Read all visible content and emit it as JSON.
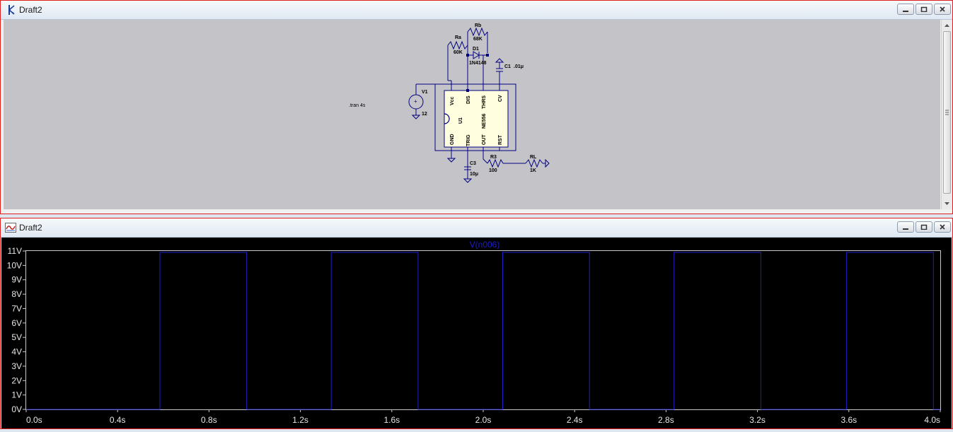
{
  "schematic_window": {
    "title": "Draft2",
    "labels": {
      "rb": "Rb",
      "rb_val": "68K",
      "ra": "Ra",
      "ra_val": "60K",
      "d1": "D1",
      "d1_val": "1N4148",
      "c1": "C1",
      "c1_val": ".01μ",
      "v1": "V1",
      "v1_val": "12",
      "u1": "U1",
      "part": "NE556",
      "pin_vcc": "Vcc",
      "pin_dis": "DIS",
      "pin_thrs": "THRS",
      "pin_cv": "CV",
      "pin_gnd": "GND",
      "pin_trig": "TRIG",
      "pin_out": "OUT",
      "pin_rst": "RST",
      "c3": "C3",
      "c3_val": "10μ",
      "r3": "R3",
      "r3_val": "100",
      "rl": "RL",
      "rl_val": "1K",
      "directive": ".tran 4s"
    }
  },
  "plot_window": {
    "title": "Draft2",
    "trace_name": "V(n006)",
    "colors": {
      "trace": "#1e1ec8",
      "axes": "#c8c8c8",
      "background": "#000000",
      "label_text": "#e6e6e6"
    }
  },
  "chart_data": {
    "type": "line",
    "title": "V(n006)",
    "xlim": [
      0,
      4.0
    ],
    "ylim": [
      0,
      11
    ],
    "x_ticks": [
      "0.0s",
      "0.4s",
      "0.8s",
      "1.2s",
      "1.6s",
      "2.0s",
      "2.4s",
      "2.8s",
      "3.2s",
      "3.6s",
      "4.0s"
    ],
    "y_ticks": [
      "0V",
      "1V",
      "2V",
      "3V",
      "4V",
      "5V",
      "6V",
      "7V",
      "8V",
      "9V",
      "10V",
      "11V"
    ],
    "grid": false,
    "series": [
      {
        "name": "V(n006)",
        "x": [
          0,
          0.585,
          0.585,
          0.965,
          0.965,
          1.335,
          1.335,
          1.715,
          1.715,
          2.085,
          2.085,
          2.465,
          2.465,
          2.835,
          2.835,
          3.215,
          3.215,
          3.59,
          3.59,
          3.97,
          3.97,
          4.0
        ],
        "y": [
          0,
          0,
          10.9,
          10.9,
          0,
          0,
          10.9,
          10.9,
          0,
          0,
          10.9,
          10.9,
          0,
          0,
          10.9,
          10.9,
          0,
          0,
          10.9,
          10.9,
          0,
          0
        ]
      }
    ]
  }
}
